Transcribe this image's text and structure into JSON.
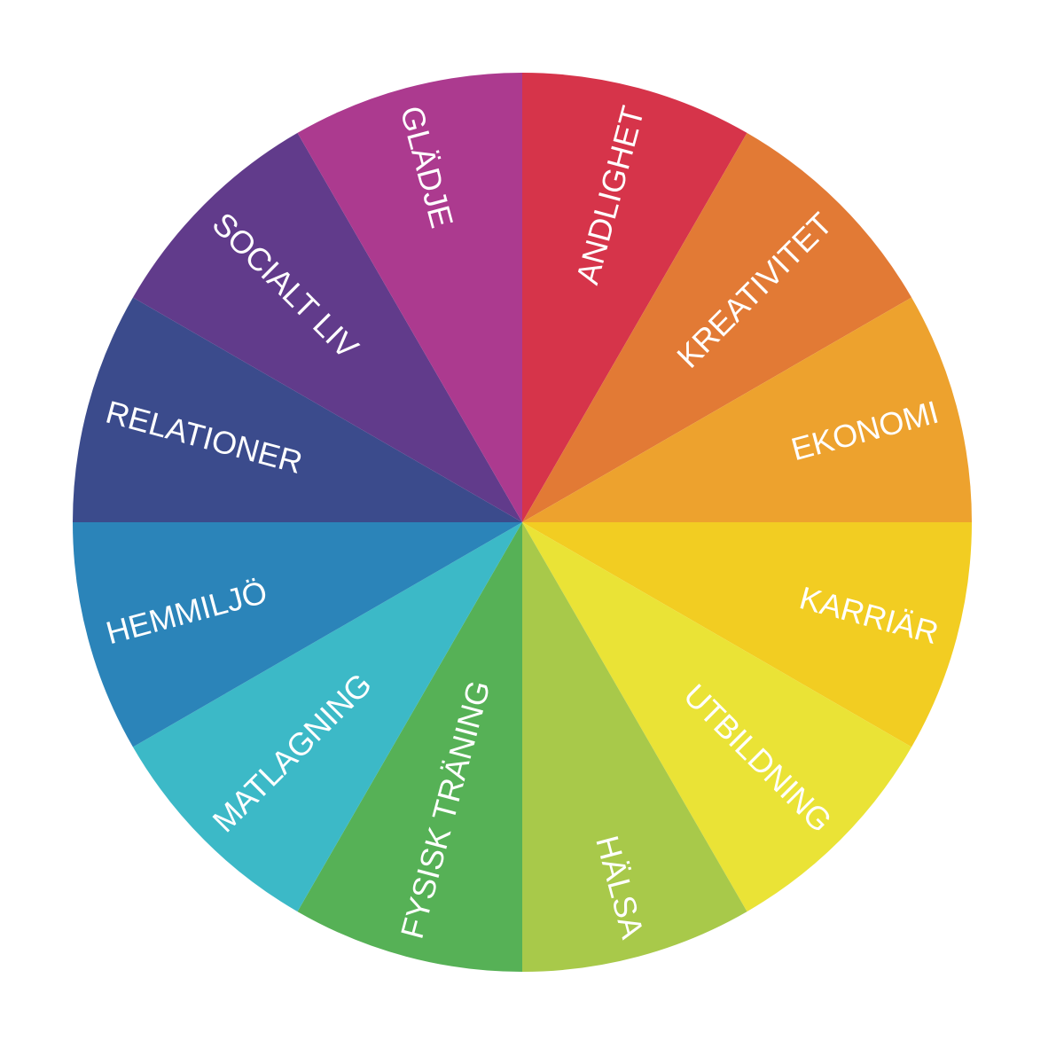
{
  "segments": [
    {
      "label": "ANDLIGHET",
      "color": "#d6344a"
    },
    {
      "label": "KREATIVITET",
      "color": "#e27a35"
    },
    {
      "label": "EKONOMI",
      "color": "#eda22e"
    },
    {
      "label": "KARRIÄR",
      "color": "#f2cd22"
    },
    {
      "label": "UTBILDNING",
      "color": "#eae336"
    },
    {
      "label": "HÄLSA",
      "color": "#a8c94a"
    },
    {
      "label": "FYSISK TRÄNING",
      "color": "#56b156"
    },
    {
      "label": "MATLAGNING",
      "color": "#3cb9c7"
    },
    {
      "label": "HEMMILJÖ",
      "color": "#2b84b9"
    },
    {
      "label": "RELATIONER",
      "color": "#3b4b8c"
    },
    {
      "label": "SOCIALT LIV",
      "color": "#613b8b"
    },
    {
      "label": "GLÄDJE",
      "color": "#ac3a8f"
    }
  ]
}
